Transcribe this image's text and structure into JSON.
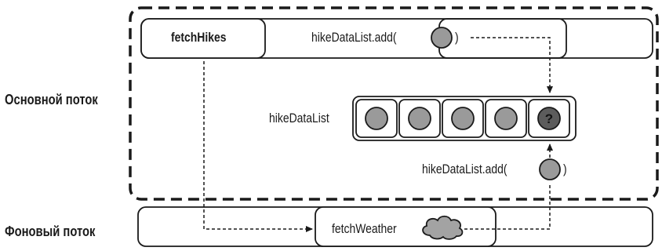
{
  "main_thread": {
    "label": "Основной поток",
    "fetch_hikes": "fetchHikes",
    "add_call_top": {
      "prefix": "hikeDataList.add(",
      "suffix": ")"
    },
    "list_label": "hikeDataList",
    "list_items": [
      {
        "kind": "item",
        "color": "#9a9a9a"
      },
      {
        "kind": "item",
        "color": "#9a9a9a"
      },
      {
        "kind": "item",
        "color": "#9a9a9a"
      },
      {
        "kind": "item",
        "color": "#9a9a9a"
      },
      {
        "kind": "pending",
        "color": "#5c5c5c",
        "text": "?"
      }
    ],
    "add_call_bottom": {
      "prefix": "hikeDataList.add(",
      "suffix": ")"
    }
  },
  "background_thread": {
    "label": "Фоновый поток",
    "fetch_weather": "fetchWeather"
  },
  "colors": {
    "stroke": "#1a1a1a",
    "item_fill": "#9a9a9a",
    "pending_fill": "#5c5c5c",
    "cloud_fill": "#a3a3a3"
  }
}
